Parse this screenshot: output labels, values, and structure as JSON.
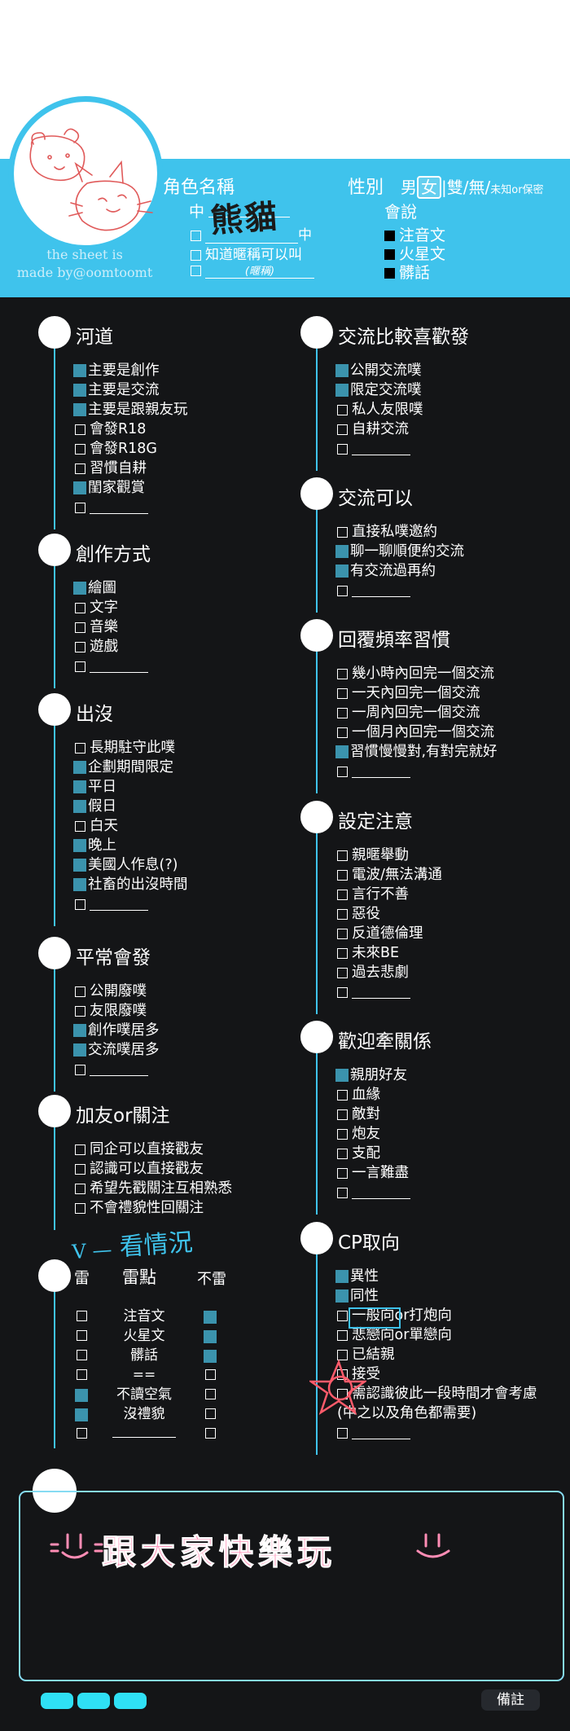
{
  "header": {
    "credit": [
      "the sheet is",
      "made by@oomtoomt"
    ],
    "name_label": "角色名稱",
    "zh_label": "中",
    "nickname_opt": "中",
    "nickname_ok": "知道暱稱可以叫",
    "nickname_hint": "(暱稱)",
    "handwritten_name": "熊貓",
    "gender_label": "性別",
    "gender_options": [
      "男",
      "女",
      "雙",
      "無"
    ],
    "gender_unknown": "未知or保密",
    "speaks_label": "會說",
    "languages": [
      "注音文",
      "火星文",
      "髒話"
    ],
    "accent_color": "#3fc3ec",
    "check_color": "#3b93ad"
  },
  "left": [
    {
      "title": "河道",
      "items": [
        {
          "text": "主要是創作",
          "checked": true
        },
        {
          "text": "主要是交流",
          "checked": true
        },
        {
          "text": "主要是跟親友玩",
          "checked": true
        },
        {
          "text": "會發R18",
          "checked": false
        },
        {
          "text": "會發R18G",
          "checked": false
        },
        {
          "text": "習慣自耕",
          "checked": false
        },
        {
          "text": "閨家觀賞",
          "checked": true
        },
        {
          "text": "",
          "checked": false,
          "blank": true
        }
      ]
    },
    {
      "title": "創作方式",
      "items": [
        {
          "text": "繪圖",
          "checked": true
        },
        {
          "text": "文字",
          "checked": false
        },
        {
          "text": "音樂",
          "checked": false
        },
        {
          "text": "遊戲",
          "checked": false
        },
        {
          "text": "",
          "checked": false,
          "blank": true
        }
      ]
    },
    {
      "title": "出沒",
      "items": [
        {
          "text": "長期駐守此噗",
          "checked": false
        },
        {
          "text": "企劃期間限定",
          "checked": true
        },
        {
          "text": "平日",
          "checked": true
        },
        {
          "text": "假日",
          "checked": true
        },
        {
          "text": "白天",
          "checked": false
        },
        {
          "text": "晚上",
          "checked": true
        },
        {
          "text": "美國人作息(?)",
          "checked": true
        },
        {
          "text": "社畜的出沒時間",
          "checked": true
        },
        {
          "text": "",
          "checked": false,
          "blank": true
        }
      ]
    },
    {
      "title": "平常會發",
      "items": [
        {
          "text": "公開廢噗",
          "checked": false
        },
        {
          "text": "友限廢噗",
          "checked": false
        },
        {
          "text": "創作噗居多",
          "checked": true
        },
        {
          "text": "交流噗居多",
          "checked": true
        },
        {
          "text": "",
          "checked": false,
          "blank": true
        }
      ]
    },
    {
      "title": "加友or關注",
      "items": [
        {
          "text": "同企可以直接戳友",
          "checked": false
        },
        {
          "text": "認識可以直接戳友",
          "checked": false
        },
        {
          "text": "希望先戳關注互相熟悉",
          "checked": false
        },
        {
          "text": "不會禮貌性回關注",
          "checked": false
        }
      ]
    }
  ],
  "handwritten_note": "看情況",
  "thunder": {
    "head": [
      "雷",
      "雷點",
      "不雷"
    ],
    "rows": [
      {
        "label": "",
        "thunder": false,
        "ok": false,
        "blank": false
      },
      {
        "label": "注音文",
        "thunder": false,
        "ok": true
      },
      {
        "label": "火星文",
        "thunder": false,
        "ok": true
      },
      {
        "label": "髒話",
        "thunder": false,
        "ok": true
      },
      {
        "label": "==",
        "thunder": false,
        "ok": false
      },
      {
        "label": "不讀空氣",
        "thunder": true,
        "ok": false
      },
      {
        "label": "沒禮貌",
        "thunder": true,
        "ok": false
      },
      {
        "label": "",
        "thunder": false,
        "ok": false,
        "blank": true
      }
    ]
  },
  "right": [
    {
      "title": "交流比較喜歡發",
      "items": [
        {
          "text": "公開交流噗",
          "checked": true
        },
        {
          "text": "限定交流噗",
          "checked": true
        },
        {
          "text": "私人友限噗",
          "checked": false
        },
        {
          "text": "自耕交流",
          "checked": false
        },
        {
          "text": "",
          "checked": false,
          "blank": true
        }
      ]
    },
    {
      "title": "交流可以",
      "items": [
        {
          "text": "直接私噗邀約",
          "checked": false
        },
        {
          "text": "聊一聊順便約交流",
          "checked": true
        },
        {
          "text": "有交流過再約",
          "checked": true
        },
        {
          "text": "",
          "checked": false,
          "blank": true
        }
      ]
    },
    {
      "title": "回覆頻率習慣",
      "items": [
        {
          "text": "幾小時內回完一個交流",
          "checked": false
        },
        {
          "text": "一天內回完一個交流",
          "checked": false
        },
        {
          "text": "一周內回完一個交流",
          "checked": false
        },
        {
          "text": "一個月內回完一個交流",
          "checked": false
        },
        {
          "text": "習慣慢慢對,有對完就好",
          "checked": true
        },
        {
          "text": "",
          "checked": false,
          "blank": true
        }
      ]
    },
    {
      "title": "設定注意",
      "items": [
        {
          "text": "親暱舉動",
          "checked": false
        },
        {
          "text": "電波/無法溝通",
          "checked": false
        },
        {
          "text": "言行不善",
          "checked": false
        },
        {
          "text": "惡役",
          "checked": false
        },
        {
          "text": "反道德倫理",
          "checked": false
        },
        {
          "text": "未來BE",
          "checked": false
        },
        {
          "text": "過去悲劇",
          "checked": false
        },
        {
          "text": "",
          "checked": false,
          "blank": true
        }
      ]
    },
    {
      "title": "歡迎牽關係",
      "items": [
        {
          "text": "親朋好友",
          "checked": true
        },
        {
          "text": "血緣",
          "checked": false
        },
        {
          "text": "敵對",
          "checked": false
        },
        {
          "text": "炮友",
          "checked": false
        },
        {
          "text": "支配",
          "checked": false
        },
        {
          "text": "一言難盡",
          "checked": false
        },
        {
          "text": "",
          "checked": false,
          "blank": true
        }
      ]
    },
    {
      "title": "CP取向",
      "items": [
        {
          "text": "異性",
          "checked": true
        },
        {
          "text": "同性",
          "checked": true
        },
        {
          "text": "一般向or打炮向",
          "checked": false
        },
        {
          "text": "悲戀向or單戀向",
          "checked": false
        },
        {
          "text": "已結親",
          "checked": false
        },
        {
          "text": "接受",
          "checked": false
        },
        {
          "text": "需認識彼此一段時間才會考慮",
          "checked": false
        },
        {
          "text": "(中之以及角色都需要)",
          "checked": false,
          "nobox": true
        },
        {
          "text": "",
          "checked": false,
          "blank": true
        }
      ]
    }
  ],
  "remarks_text": "跟大家快樂玩",
  "remarks_button": "備註"
}
